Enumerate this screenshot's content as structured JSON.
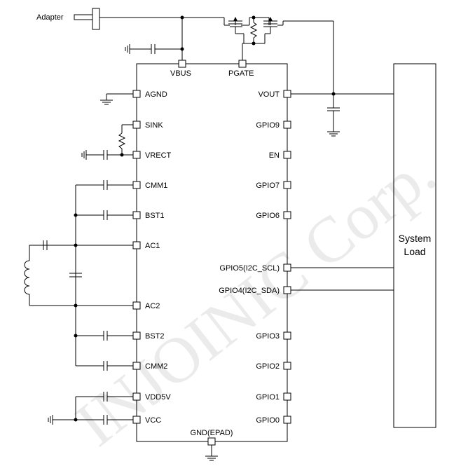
{
  "diagram": {
    "adapter_label": "Adapter",
    "top_pins": {
      "vbus": "VBUS",
      "pgate": "PGATE"
    },
    "bottom_pin": "GND(EPAD)",
    "left_pins": [
      "AGND",
      "SINK",
      "VRECT",
      "CMM1",
      "BST1",
      "AC1",
      "AC2",
      "BST2",
      "CMM2",
      "VDD5V",
      "VCC"
    ],
    "right_pins": [
      "VOUT",
      "GPIO9",
      "EN",
      "GPIO7",
      "GPIO6",
      "GPIO5(I2C_SCL)",
      "GPIO4(I2C_SDA)",
      "GPIO3",
      "GPIO2",
      "GPIO1",
      "GPIO0"
    ],
    "system_load": {
      "line1": "System",
      "line2": "Load"
    },
    "watermark": "INJOINIC Corp."
  }
}
